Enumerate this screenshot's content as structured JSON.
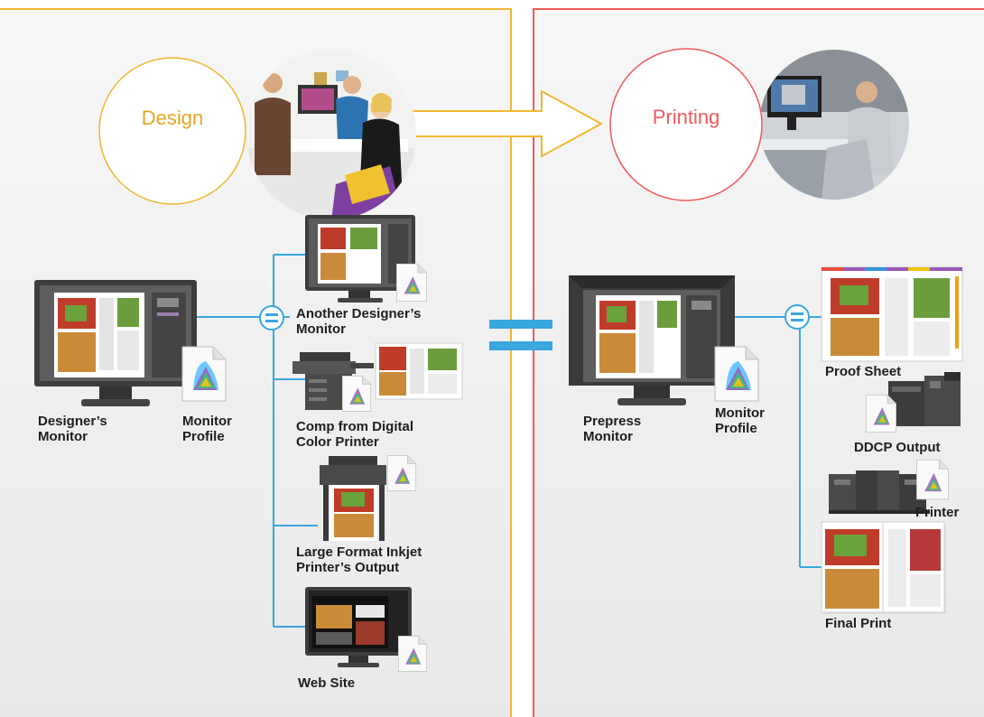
{
  "stages": {
    "design": "Design",
    "printing": "Printing"
  },
  "design": {
    "designer_monitor": [
      "Designer’s",
      "Monitor"
    ],
    "monitor_profile": [
      "Monitor",
      "Profile"
    ],
    "outputs": {
      "another_monitor": [
        "Another Designer’s",
        "Monitor"
      ],
      "comp_printer": [
        "Comp from Digital",
        "Color Printer"
      ],
      "large_format": [
        "Large Format Inkjet",
        "Printer’s Output"
      ],
      "web_site": [
        "Web Site"
      ]
    }
  },
  "printing": {
    "prepress_monitor": [
      "Prepress",
      "Monitor"
    ],
    "monitor_profile": [
      "Monitor",
      "Profile"
    ],
    "outputs": {
      "proof_sheet": [
        "Proof Sheet"
      ],
      "ddcp_output": [
        "DDCP Output"
      ],
      "printer": [
        "Printer"
      ],
      "final_print": [
        "Final Print"
      ]
    }
  },
  "colors": {
    "design_accent": "#f0b830",
    "printing_accent": "#ef5a5a",
    "connector_blue": "#3aa7df"
  },
  "icons": [
    "monitor-icon",
    "color-profile-icon",
    "printer-icon",
    "photo-icon",
    "equals-icon",
    "arrow-icon"
  ]
}
